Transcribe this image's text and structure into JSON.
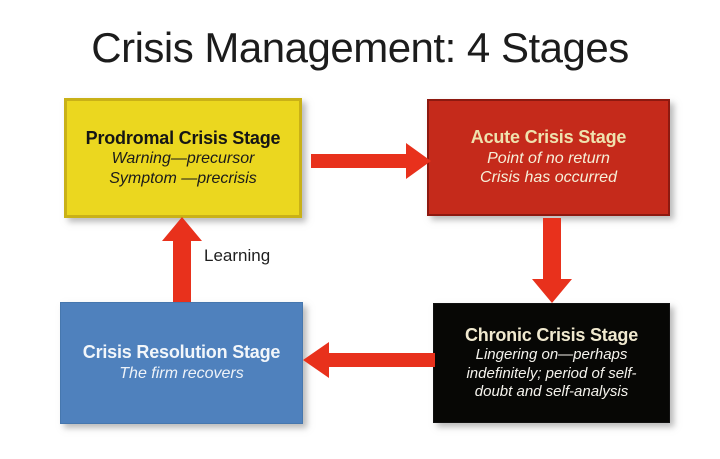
{
  "title": "Crisis Management: 4 Stages",
  "learning_label": "Learning",
  "arrow_color": "#E8311C",
  "stages": [
    {
      "name": "Prodromal Crisis Stage",
      "lines": [
        "Warning—precursor",
        "Symptom —precrisis"
      ],
      "bg": "#EBD71F",
      "border_color": "#C9B117",
      "heading_color": "#151515",
      "body_color": "#1B1B1B"
    },
    {
      "name": "Acute Crisis Stage",
      "lines": [
        "Point of no return",
        "Crisis has occurred"
      ],
      "bg": "#C52A1B",
      "border_color": "#8D1910",
      "heading_color": "#EFE2AE",
      "body_color": "#F6EFD8"
    },
    {
      "name": "Chronic Crisis Stage",
      "lines": [
        "Lingering on—perhaps",
        "indefinitely; period of self-",
        "doubt and self-analysis"
      ],
      "bg": "#070705",
      "border_color": "#111111",
      "heading_color": "#F0E9CF",
      "body_color": "#F4F2EC"
    },
    {
      "name": "Crisis Resolution Stage",
      "lines": [
        "The firm recovers"
      ],
      "bg": "#4F81BD",
      "border_color": "#4677AE",
      "heading_color": "#F2F6FA",
      "body_color": "#EDF2F8"
    }
  ],
  "arrows": [
    {
      "name": "prodromal-to-acute",
      "direction": "right"
    },
    {
      "name": "acute-to-chronic",
      "direction": "down"
    },
    {
      "name": "chronic-to-resolution",
      "direction": "left"
    },
    {
      "name": "resolution-to-prodromal",
      "direction": "up"
    }
  ]
}
